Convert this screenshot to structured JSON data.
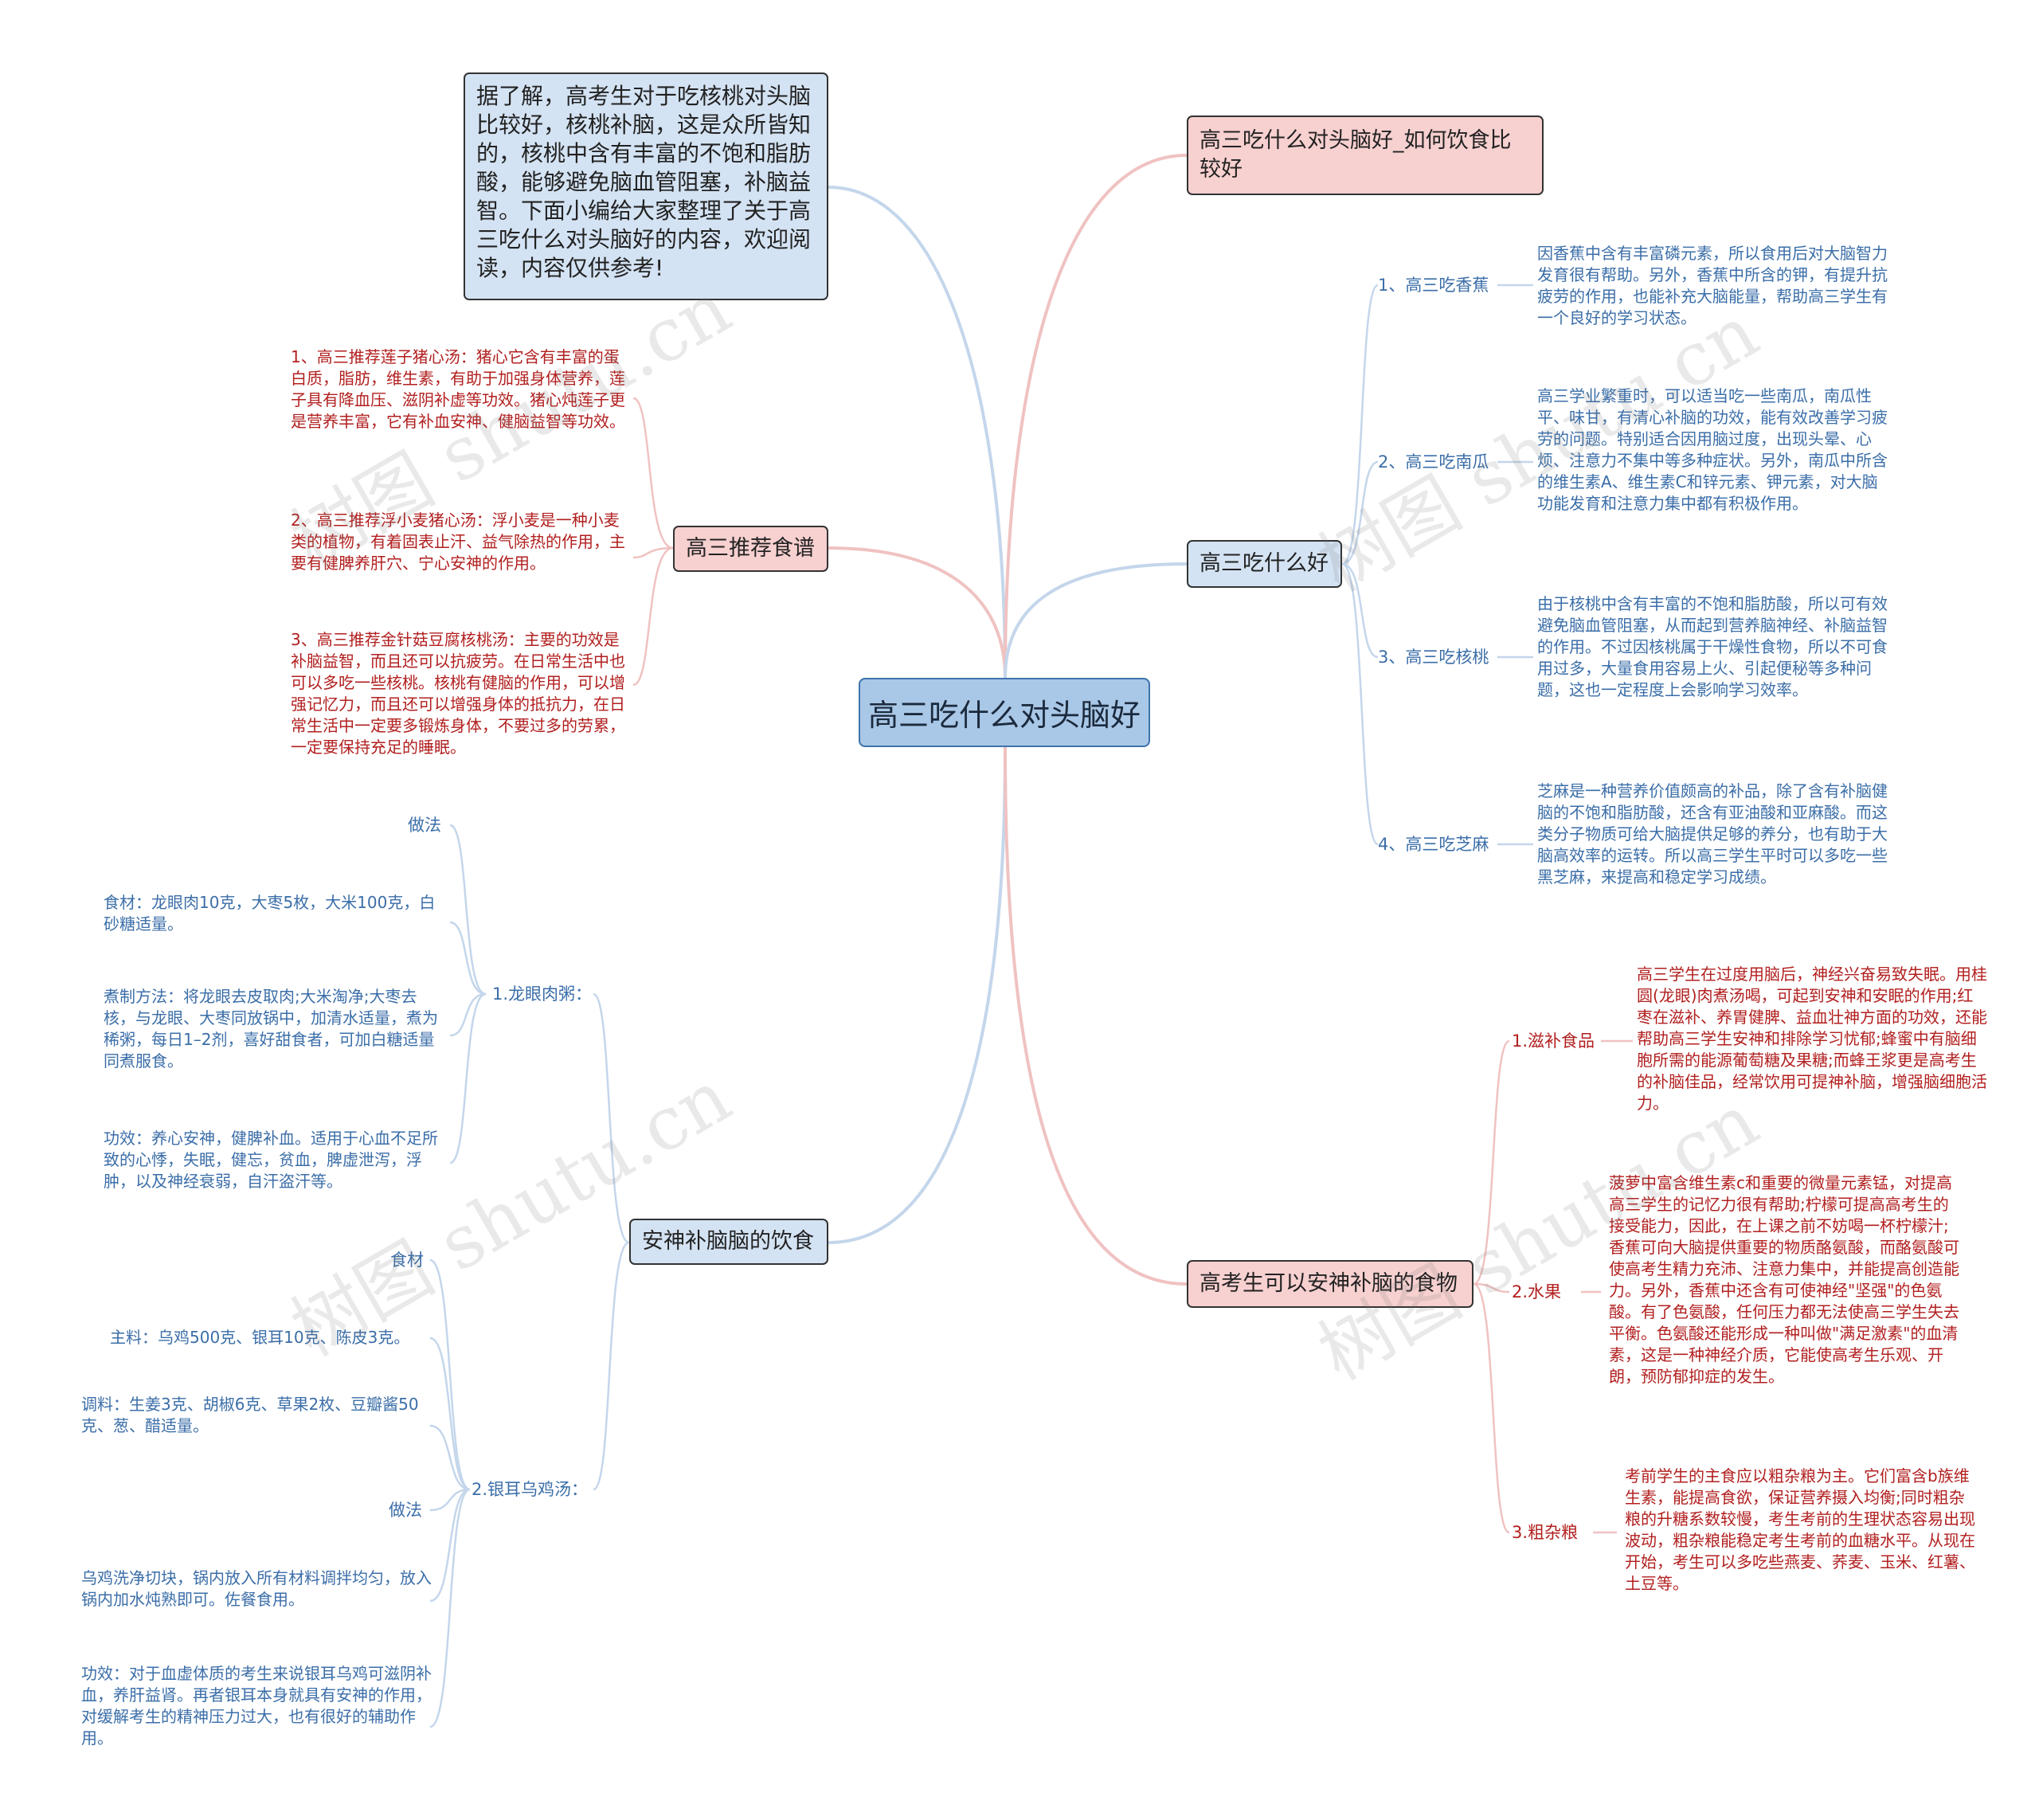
{
  "root": {
    "title": "高三吃什么对头脑好"
  },
  "intro": "据了解，高考生对于吃核桃对头脑比较好，核桃补脑，这是众所皆知的，核桃中含有丰富的不饱和脂肪酸，能够避免脑血管阻塞，补脑益智。下面小编给大家整理了关于高三吃什么对头脑好的内容，欢迎阅读，内容仅供参考!",
  "left": {
    "recipes": {
      "label": "高三推荐食谱",
      "items": [
        "1、高三推荐莲子猪心汤：猪心它含有丰富的蛋白质，脂肪，维生素，有助于加强身体营养，莲子具有降血压、滋阴补虚等功效。猪心炖莲子更是营养丰富，它有补血安神、健脑益智等功效。",
        "2、高三推荐浮小麦猪心汤：浮小麦是一种小麦类的植物，有着固表止汗、益气除热的作用，主要有健脾养肝穴、宁心安神的作用。",
        "3、高三推荐金针菇豆腐核桃汤：主要的功效是补脑益智，而且还可以抗疲劳。在日常生活中也可以多吃一些核桃。核桃有健脑的作用，可以增强记忆力，而且还可以增强身体的抵抗力，在日常生活中一定要多锻炼身体，不要过多的劳累，一定要保持充足的睡眠。"
      ]
    },
    "diet": {
      "label": "安神补脑脑的饮食",
      "longan": {
        "label": "1.龙眼肉粥：",
        "heading": "做法",
        "items": [
          "食材：龙眼肉10克，大枣5枚，大米100克，白砂糖适量。",
          "煮制方法：将龙眼去皮取肉;大米淘净;大枣去核，与龙眼、大枣同放锅中，加清水适量，煮为稀粥，每日1–2剂，喜好甜食者，可加白糖适量同煮服食。",
          "功效：养心安神，健脾补血。适用于心血不足所致的心悸，失眠，健忘，贫血，脾虚泄泻，浮肿，以及神经衰弱，自汗盗汗等。"
        ]
      },
      "chicken": {
        "label": "2.银耳乌鸡汤：",
        "heading1": "食材",
        "items1": [
          "主料：乌鸡500克、银耳10克、陈皮3克。",
          "调料：生姜3克、胡椒6克、草果2枚、豆瓣酱50克、葱、醋适量。"
        ],
        "heading2": "做法",
        "items2": [
          "乌鸡洗净切块，锅内放入所有材料调拌均匀，放入锅内加水炖熟即可。佐餐食用。",
          "功效：对于血虚体质的考生来说银耳乌鸡可滋阴补血，养肝益肾。再者银耳本身就具有安神的作用，对缓解考生的精神压力过大，也有很好的辅助作用。"
        ]
      }
    }
  },
  "right": {
    "top": {
      "label": "高三吃什么对头脑好_如何饮食比较好"
    },
    "eat": {
      "label": "高三吃什么好",
      "items": [
        {
          "label": "1、高三吃香蕉",
          "text": "因香蕉中含有丰富磷元素，所以食用后对大脑智力发育很有帮助。另外，香蕉中所含的钾，有提升抗疲劳的作用，也能补充大脑能量，帮助高三学生有一个良好的学习状态。"
        },
        {
          "label": "2、高三吃南瓜",
          "text": "高三学业繁重时，可以适当吃一些南瓜，南瓜性平、味甘，有清心补脑的功效，能有效改善学习疲劳的问题。特别适合因用脑过度，出现头晕、心烦、注意力不集中等多种症状。另外，南瓜中所含的维生素A、维生素C和锌元素、钾元素，对大脑功能发育和注意力集中都有积极作用。"
        },
        {
          "label": "3、高三吃核桃",
          "text": "由于核桃中含有丰富的不饱和脂肪酸，所以可有效避免脑血管阻塞，从而起到营养脑神经、补脑益智的作用。不过因核桃属于干燥性食物，所以不可食用过多，大量食用容易上火、引起便秘等多种问题，这也一定程度上会影响学习效率。"
        },
        {
          "label": "4、高三吃芝麻",
          "text": "芝麻是一种营养价值颇高的补品，除了含有补脑健脑的不饱和脂肪酸，还含有亚油酸和亚麻酸。而这类分子物质可给大脑提供足够的养分，也有助于大脑高效率的运转。所以高三学生平时可以多吃一些黑芝麻，来提高和稳定学习成绩。"
        }
      ]
    },
    "calm": {
      "label": "高考生可以安神补脑的食物",
      "items": [
        {
          "label": "1.滋补食品",
          "text": "高三学生在过度用脑后，神经兴奋易致失眠。用桂圆(龙眼)肉煮汤喝，可起到安神和安眠的作用;红枣在滋补、养胃健脾、益血壮神方面的功效，还能帮助高三学生安神和排除学习忧郁;蜂蜜中有脑细胞所需的能源葡萄糖及果糖;而蜂王浆更是高考生的补脑佳品，经常饮用可提神补脑，增强脑细胞活力。"
        },
        {
          "label": "2.水果",
          "text": "菠萝中富含维生素c和重要的微量元素锰，对提高高三学生的记忆力很有帮助;柠檬可提高高考生的接受能力，因此，在上课之前不妨喝一杯柠檬汁;香蕉可向大脑提供重要的物质酪氨酸，而酪氨酸可使高考生精力充沛、注意力集中，并能提高创造能力。另外，香蕉中还含有可使神经\"坚强\"的色氨酸。有了色氨酸，任何压力都无法使高三学生失去平衡。色氨酸还能形成一种叫做\"满足激素\"的血清素，这是一种神经介质，它能使高考生乐观、开朗，预防郁抑症的发生。"
        },
        {
          "label": "3.粗杂粮",
          "text": "考前学生的主食应以粗杂粮为主。它们富含b族维生素，能提高食欲，保证营养摄入均衡;同时粗杂粮的升糖系数较慢，考生考前的生理状态容易出现波动，粗杂粮能稳定考生考前的血糖水平。从现在开始，考生可以多吃些燕麦、荞麦、玉米、红薯、土豆等。"
        }
      ]
    }
  },
  "watermark": "树图 shutu.cn",
  "colors": {
    "blue_line": "#b9cfe6",
    "pink_line": "#f0c2c2",
    "blue_text": "#3b6ea8",
    "red_text": "#b21f1f"
  }
}
